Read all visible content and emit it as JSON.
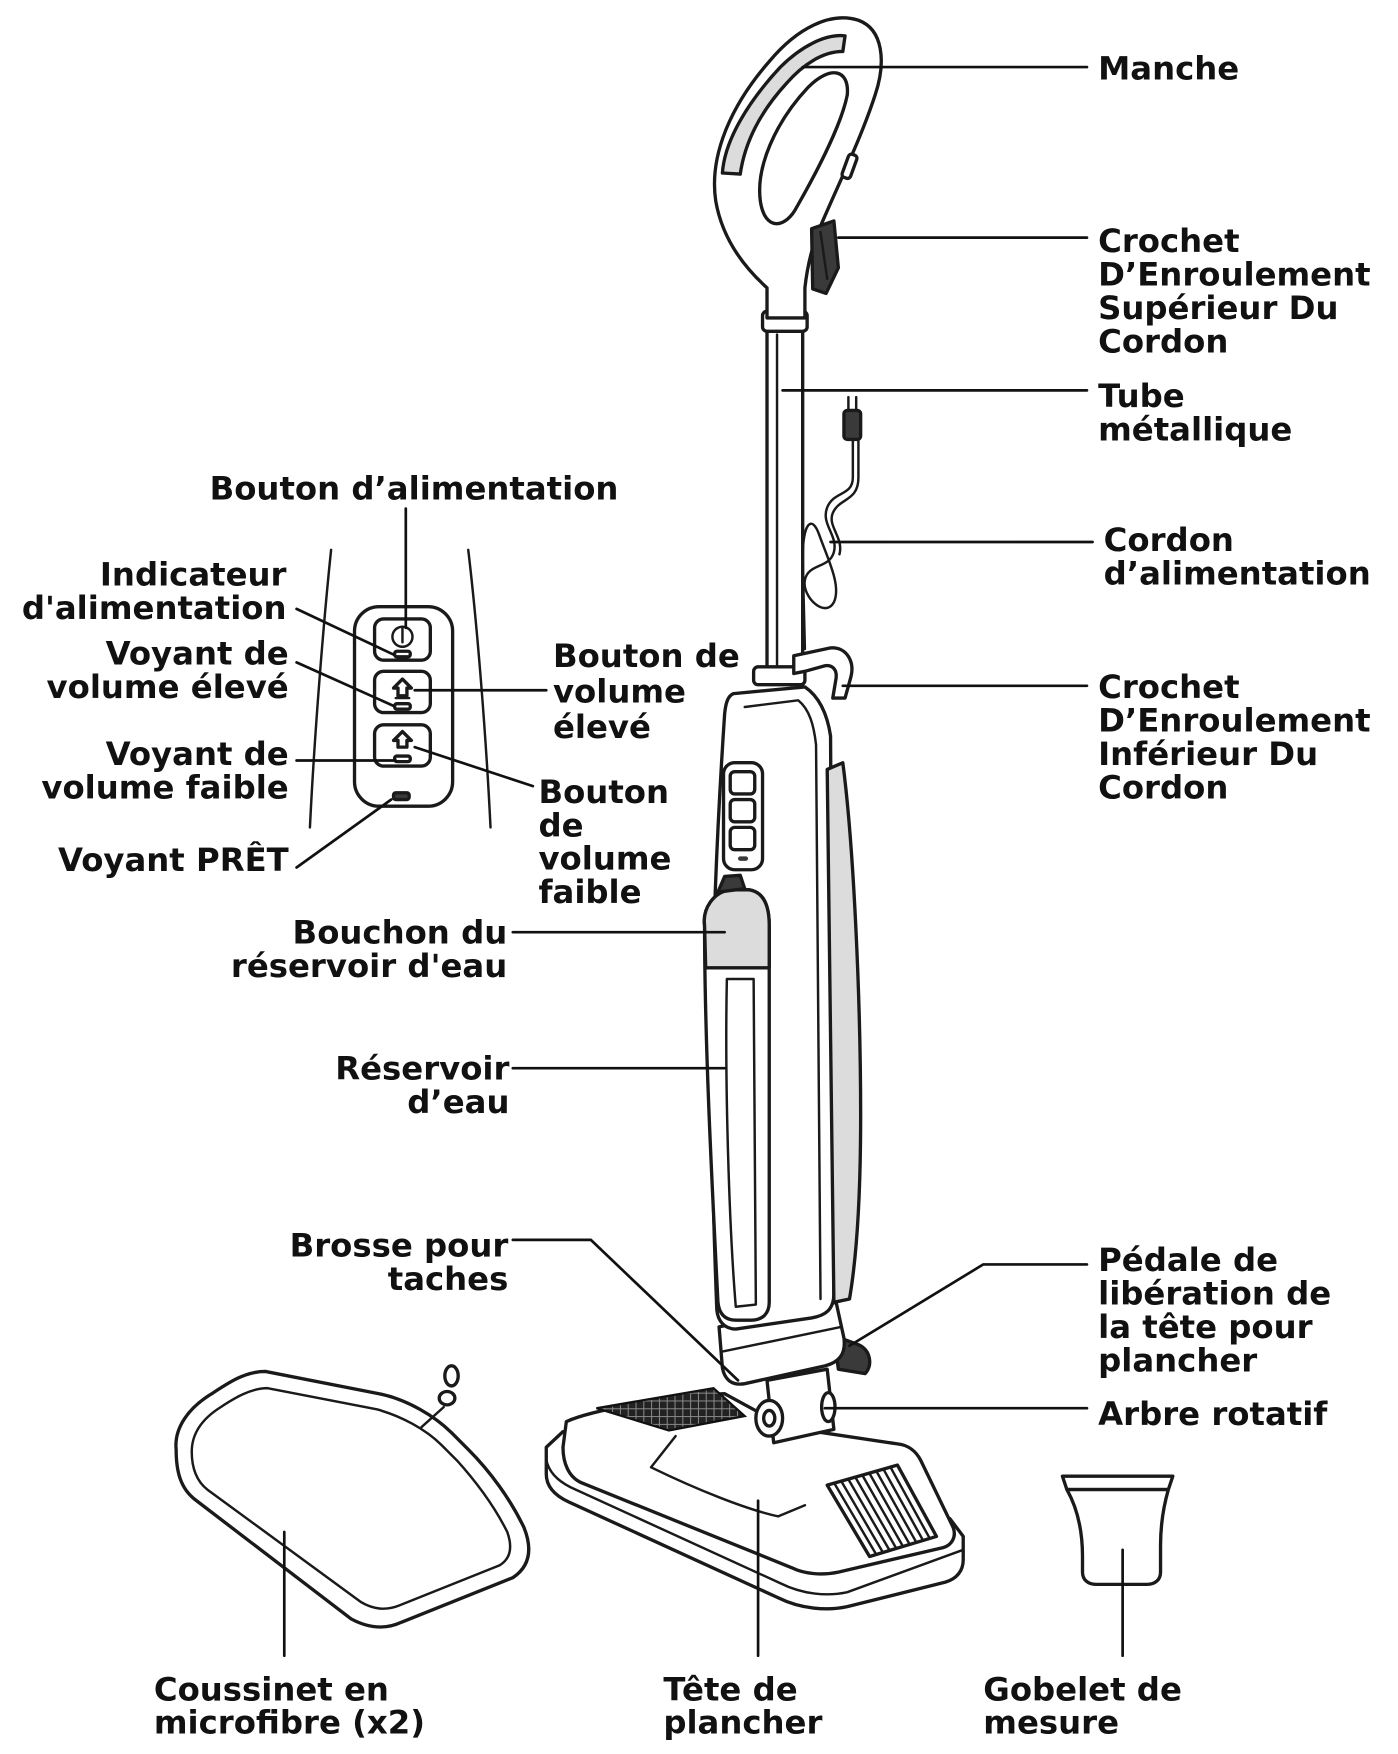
{
  "labels": {
    "handle": [
      "Manche"
    ],
    "upper_cord_hook": [
      "Crochet",
      "D’Enroulement",
      "Supérieur Du",
      "Cordon"
    ],
    "metal_tube": [
      "Tube",
      "métallique"
    ],
    "power_cord": [
      "Cordon",
      "d’alimentation"
    ],
    "lower_cord_hook": [
      "Crochet",
      "D’Enroulement",
      "Inférieur Du",
      "Cordon"
    ],
    "head_release_pedal": [
      "Pédale de",
      "libération de",
      "la tête pour",
      "plancher"
    ],
    "rotating_shaft": [
      "Arbre rotatif"
    ],
    "power_button": [
      "Bouton d’alimentation"
    ],
    "power_indicator": [
      "Indicateur",
      "d'alimentation"
    ],
    "high_volume_light": [
      "Voyant de",
      "volume élevé"
    ],
    "low_volume_light": [
      "Voyant de",
      "volume faible"
    ],
    "ready_light": [
      "Voyant PRÊT"
    ],
    "high_volume_button": [
      "Bouton de",
      "volume",
      "élevé"
    ],
    "low_volume_button": [
      "Bouton",
      "de",
      "volume",
      "faible"
    ],
    "tank_cap": [
      "Bouchon du",
      "réservoir d'eau"
    ],
    "water_tank": [
      "Réservoir",
      "d’eau"
    ],
    "stain_brush": [
      "Brosse pour",
      "taches"
    ],
    "microfiber_pad": [
      "Coussinet en",
      "microfibre (x2)"
    ],
    "floor_head": [
      "Tête de",
      "plancher"
    ],
    "measuring_cup": [
      "Gobelet de",
      "mesure"
    ]
  },
  "control_panel_icons": [
    "power-icon",
    "steam-high-icon",
    "steam-low-icon"
  ],
  "colors": {
    "line": "#111111",
    "background": "#ffffff",
    "shade": "#dcdcdc",
    "dark": "#3a3a3a"
  }
}
